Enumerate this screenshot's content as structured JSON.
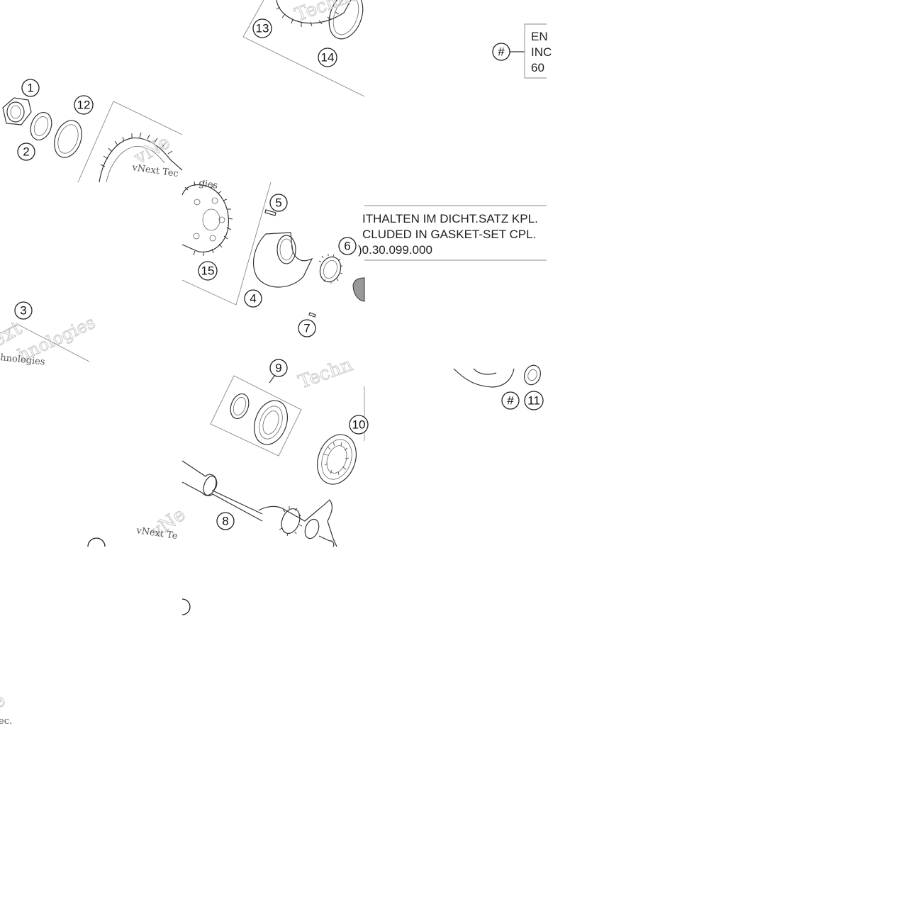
{
  "note_top": {
    "symbol": "#",
    "lines": [
      "EN",
      "INC",
      "60"
    ]
  },
  "note_middle": {
    "lines": [
      "ITHALTEN IM DICHT.SATZ KPL.",
      "CLUDED IN GASKET-SET CPL.",
      ")0.30.099.000"
    ]
  },
  "callouts": {
    "c1": "1",
    "c2": "2",
    "c3": "3",
    "c4": "4",
    "c5": "5",
    "c6": "6",
    "c7": "7",
    "c8": "8",
    "c9": "9",
    "c10": "10",
    "c11": "11",
    "c12": "12",
    "c13": "13",
    "c14": "14",
    "c15": "15",
    "hash_bottom": "#"
  },
  "watermarks": {
    "vnext_tec_1": "vNext Tec",
    "vnext_tec_2": "vNext Te",
    "gies": "gies",
    "technologies": "hnologies",
    "techn_1": "Techno",
    "techn_2": "Techn",
    "ext": "ext",
    "vne": "vNe",
    "e_frag": "e",
    "ec_frag": "ec."
  }
}
